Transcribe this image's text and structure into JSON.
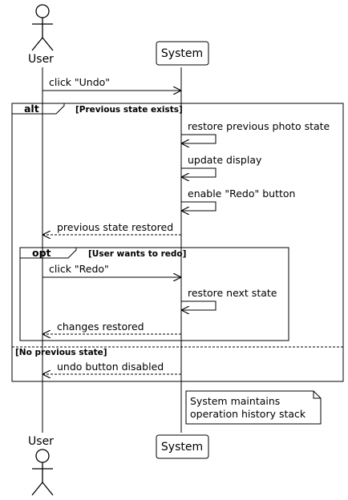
{
  "participants": {
    "user": "User",
    "system": "System"
  },
  "messages": {
    "m1": "click \"Undo\"",
    "m2": "restore previous photo state",
    "m3": "update display",
    "m4": "enable \"Redo\" button",
    "m5": "previous state restored",
    "m6": "click \"Redo\"",
    "m7": "restore next state",
    "m8": "changes restored",
    "m9": "undo button disabled"
  },
  "fragments": {
    "alt_label": "alt",
    "alt_guard1": "[Previous state exists]",
    "alt_guard2": "[No previous state]",
    "opt_label": "opt",
    "opt_guard": "[User wants to redo]"
  },
  "note": {
    "line1": "System maintains",
    "line2": "operation history stack"
  }
}
